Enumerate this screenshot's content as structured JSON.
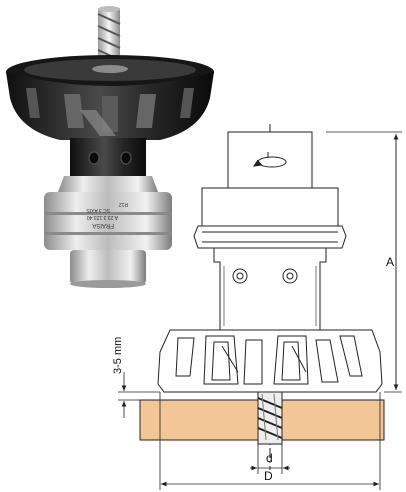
{
  "photo": {
    "engraving_line1": "FRAISA",
    "engraving_line2": "A.23.3.123.40",
    "engraving_line3": "SC 3 AXIS",
    "engraving_line4": "R12"
  },
  "drawing": {
    "label_gap": "3-5 mm",
    "label_height": "A",
    "label_inner_dia": "d",
    "label_outer_dia": "D"
  },
  "colors": {
    "wood": "#f3c795",
    "wood_edge": "#b9865a",
    "body_black": "#1e1e1e",
    "steel": "#c9c9c9",
    "line": "#222222"
  }
}
